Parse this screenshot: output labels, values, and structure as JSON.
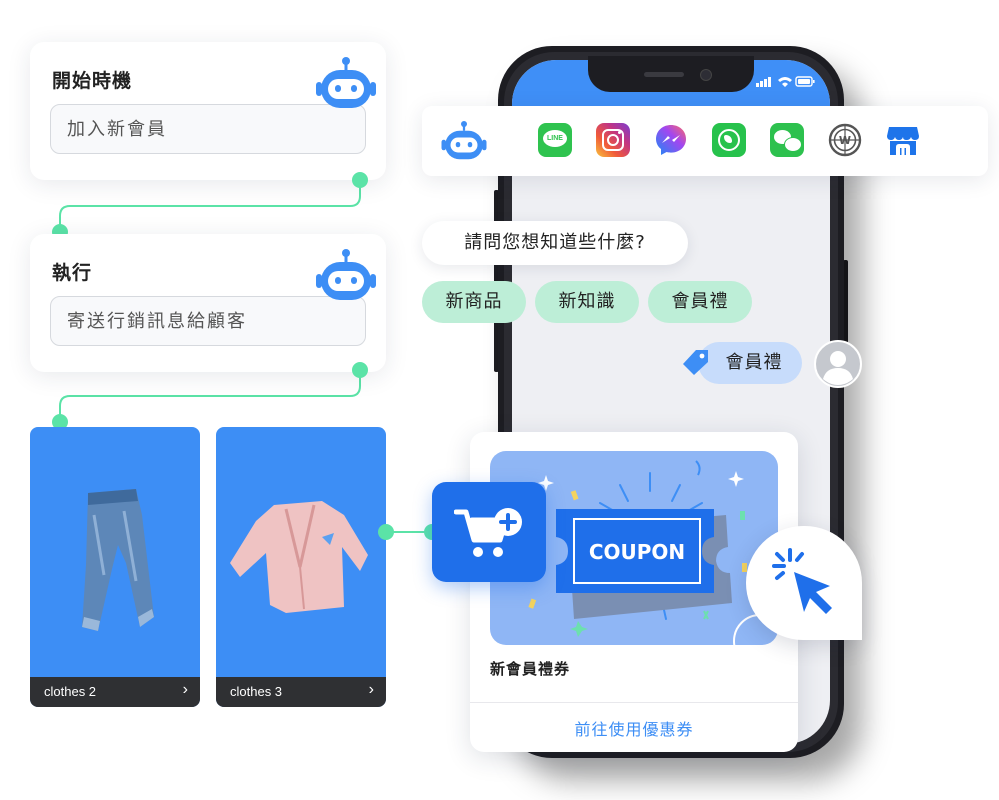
{
  "trigger_card": {
    "title": "開始時機",
    "value": "加入新會員"
  },
  "action_card": {
    "title": "執行",
    "value": "寄送行銷訊息給顧客"
  },
  "products": [
    {
      "label": "clothes 2"
    },
    {
      "label": "clothes 3"
    }
  ],
  "channels": [
    {
      "name": "LINE",
      "icon": "line-icon",
      "text": "LINE"
    },
    {
      "name": "Instagram",
      "icon": "instagram-icon"
    },
    {
      "name": "Messenger",
      "icon": "messenger-icon"
    },
    {
      "name": "WhatsApp",
      "icon": "whatsapp-icon"
    },
    {
      "name": "WeChat",
      "icon": "wechat-icon"
    },
    {
      "name": "Website",
      "icon": "website-icon",
      "text": "W"
    },
    {
      "name": "Store",
      "icon": "store-icon"
    }
  ],
  "chat": {
    "question": "請問您想知道些什麼?",
    "quick_replies": [
      "新商品",
      "新知識",
      "會員禮"
    ],
    "user_reply": "會員禮"
  },
  "coupon": {
    "ticket_text": "COUPON",
    "title": "新會員禮券",
    "action_label": "前往使用優惠券"
  },
  "colors": {
    "brand_blue": "#3d8ef5",
    "cart_blue": "#1f6fea",
    "connector_green": "#5be3a7",
    "chip_green": "#bdeed7",
    "reply_blue": "#c7dcfb"
  }
}
